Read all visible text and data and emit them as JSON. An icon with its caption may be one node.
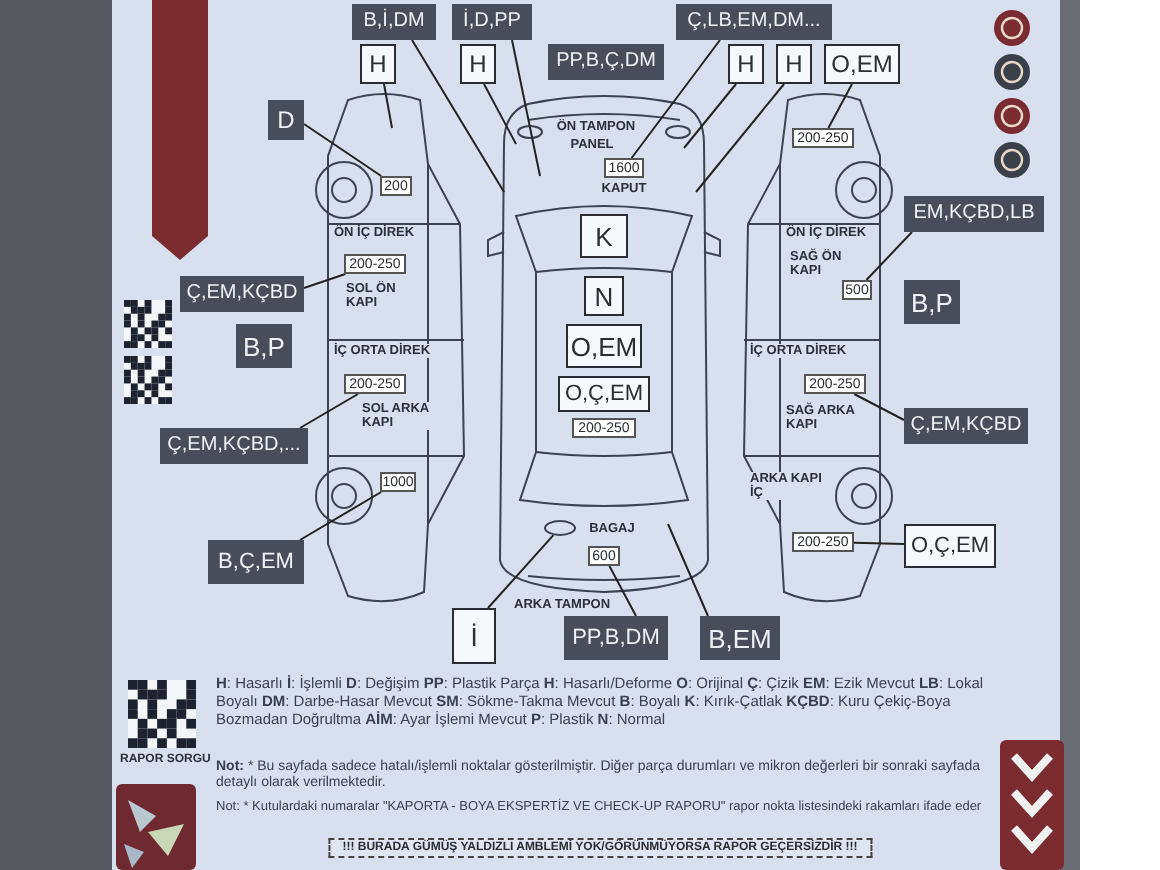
{
  "diagram": {
    "nodes": [
      {
        "text": [
          "Ç,LB,EM,DM..."
        ]
      },
      {
        "text": [
          "İ,D,PP"
        ]
      },
      {
        "text": [
          "PP,B,Ç,DM"
        ]
      },
      {
        "text": [
          "H"
        ]
      },
      {
        "text": [
          "H"
        ]
      },
      {
        "text": [
          "H"
        ]
      },
      {
        "text": [
          "H"
        ]
      },
      {
        "text": [
          "O,EM"
        ]
      },
      {
        "text": [
          "D"
        ]
      },
      {
        "text": [
          "B,İ,DM"
        ]
      },
      {
        "text": [
          "Ç,EM,KÇBD"
        ]
      },
      {
        "text": [
          "EM,KÇBD,LB"
        ]
      },
      {
        "text": [
          "K"
        ]
      },
      {
        "text": [
          "B,P"
        ]
      },
      {
        "text": [
          "B,P"
        ]
      },
      {
        "text": [
          "N"
        ]
      },
      {
        "text": [
          "O,EM"
        ]
      },
      {
        "text": [
          "O,Ç,EM"
        ]
      },
      {
        "text": [
          "Ç,EM,KÇBD"
        ]
      },
      {
        "text": [
          "Ç,EM,KÇBD,..."
        ]
      },
      {
        "text": [
          "O,Ç,EM"
        ]
      },
      {
        "text": [
          "B,Ç,EM"
        ]
      },
      {
        "text": [
          "B,EM"
        ]
      },
      {
        "text": [
          "İ"
        ]
      },
      {
        "text": [
          "PP,B,DM"
        ]
      },
      {
        "text": [
          "1600"
        ]
      },
      {
        "text": [
          "200"
        ]
      },
      {
        "text": [
          "200-250"
        ]
      },
      {
        "text": [
          "500"
        ]
      },
      {
        "text": [
          "200-250"
        ]
      },
      {
        "text": [
          "200-250"
        ]
      },
      {
        "text": [
          "200-250"
        ]
      },
      {
        "text": [
          "200-250"
        ]
      },
      {
        "text": [
          "200-250"
        ]
      },
      {
        "text": [
          "1000"
        ]
      },
      {
        "text": [
          "600"
        ]
      },
      {
        "text": [],
        "shape": "ellipse"
      },
      {
        "text": [
          "!!! BURADA GÜMÜŞ YALDIZLI AMBLEMİ YOK/GÖRÜNMÜYORSA RAPOR GEÇERSİZDİR !!!"
        ]
      }
    ],
    "edges": [
      {
        "from": 0,
        "to": 25,
        "arrow": "none"
      },
      {
        "from": 1,
        "to": null,
        "arrow": "none"
      },
      {
        "from": 3,
        "to": null,
        "arrow": "none"
      },
      {
        "from": 4,
        "to": null,
        "arrow": "none"
      },
      {
        "from": 5,
        "to": null,
        "arrow": "none"
      },
      {
        "from": 6,
        "to": null,
        "arrow": "none"
      },
      {
        "from": 7,
        "to": 27,
        "arrow": "none"
      },
      {
        "from": 8,
        "to": 26,
        "arrow": "none"
      },
      {
        "from": 9,
        "to": null,
        "arrow": "none"
      },
      {
        "from": 10,
        "to": 29,
        "arrow": "none"
      },
      {
        "from": 11,
        "to": 28,
        "arrow": "none"
      },
      {
        "from": 18,
        "to": 30,
        "arrow": "none"
      },
      {
        "from": 19,
        "to": 31,
        "arrow": "none"
      },
      {
        "from": 20,
        "to": 33,
        "arrow": "none"
      },
      {
        "from": 21,
        "to": 34,
        "arrow": "none"
      },
      {
        "from": 22,
        "to": null,
        "arrow": "none"
      },
      {
        "from": 23,
        "to": 36,
        "arrow": "none"
      },
      {
        "from": 24,
        "to": 35,
        "arrow": "none"
      }
    ],
    "labels": [
      "ÖN TAMPON",
      "PANEL",
      "KAPUT",
      "ÖN İÇ DİREK",
      "ÖN İÇ DİREK",
      "SAĞ ÖN KAPI",
      "SOL ÖN KAPI",
      "İÇ ORTA DİREK",
      "İÇ ORTA DİREK",
      "SAĞ ARKA KAPI",
      "SOL ARKA KAPI",
      "ARKA KAPI İÇ",
      "BAGAJ",
      "ARKA TAMPON",
      "**H**: Hasarlı **İ**: İşlemli **D**: Değişim **PP**: Plastik Parça **H**: Hasarlı/Deforme **O**: Orijinal **Ç**: Çizik **EM**: Ezik Mevcut **LB**: Lokal Boyalı **DM**: Darbe-Hasar Mevcut **SM**: Sökme-Takma Mevcut **B**: Boyalı **K**: Kırık-Çatlak **KÇBD**: Kuru Çekiç-Boya Bozmadan Doğrultma **AİM**: Ayar İşlemi Mevcut **P**: Plastik **N**: Normal",
      "RAPOR SORGU",
      "**Not:** * Bu sayfada sadece hatalı/işlemli noktalar gösterilmiştir. Diğer parça durumları ve mikron değerleri bir sonraki sayfada detaylı olarak verilmektedir.",
      "Not: * Kutulardaki numaralar \"KAPORTA - BOYA EKSPERTİZ VE CHECK-UP RAPORU\" rapor nokta listesindeki rakamları ifade eder"
    ]
  }
}
